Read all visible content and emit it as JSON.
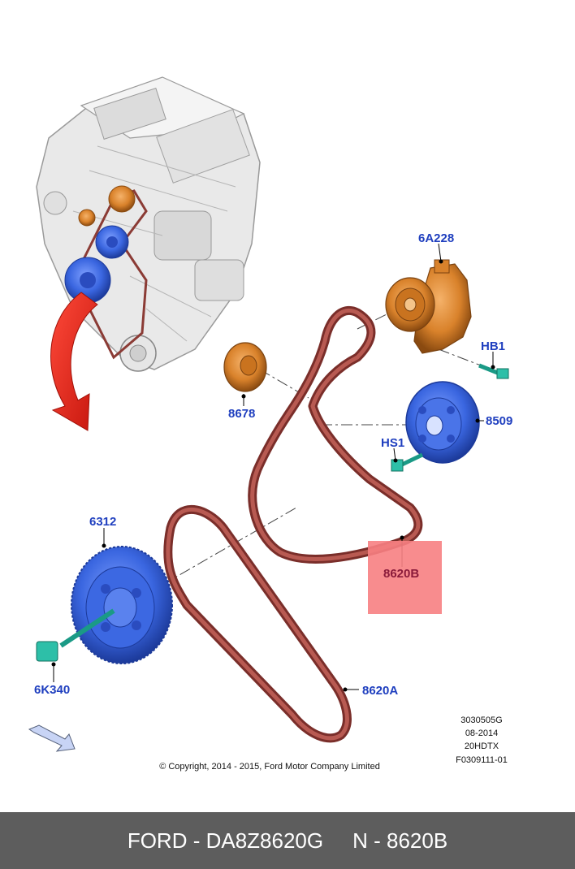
{
  "callouts": {
    "tensioner": "6A228",
    "bolt_hb1": "HB1",
    "idler": "8678",
    "pulley_8509": "8509",
    "bolt_hs1": "HS1",
    "damper": "6312",
    "belt_b": "8620B",
    "bolt_6k340": "6K340",
    "belt_a": "8620A"
  },
  "ref_codes": [
    "3030505G",
    "08-2014",
    "20HDTX",
    "F0309111-01"
  ],
  "copyright": "© Copyright, 2014 - 2015, Ford Motor Company Limited",
  "footer": {
    "part": "FORD - DA8Z8620G",
    "ref": "N - 8620B"
  },
  "colors": {
    "callout_text": "#1f3fbf",
    "highlight_box": "#f77f82",
    "belt": "#8b3b35",
    "tensioner": "#d9822b",
    "pulley": "#3a66e0",
    "bolt": "#2dbfa8",
    "arrow": "#e8231c",
    "footer_bg": "#5d5d5d"
  }
}
